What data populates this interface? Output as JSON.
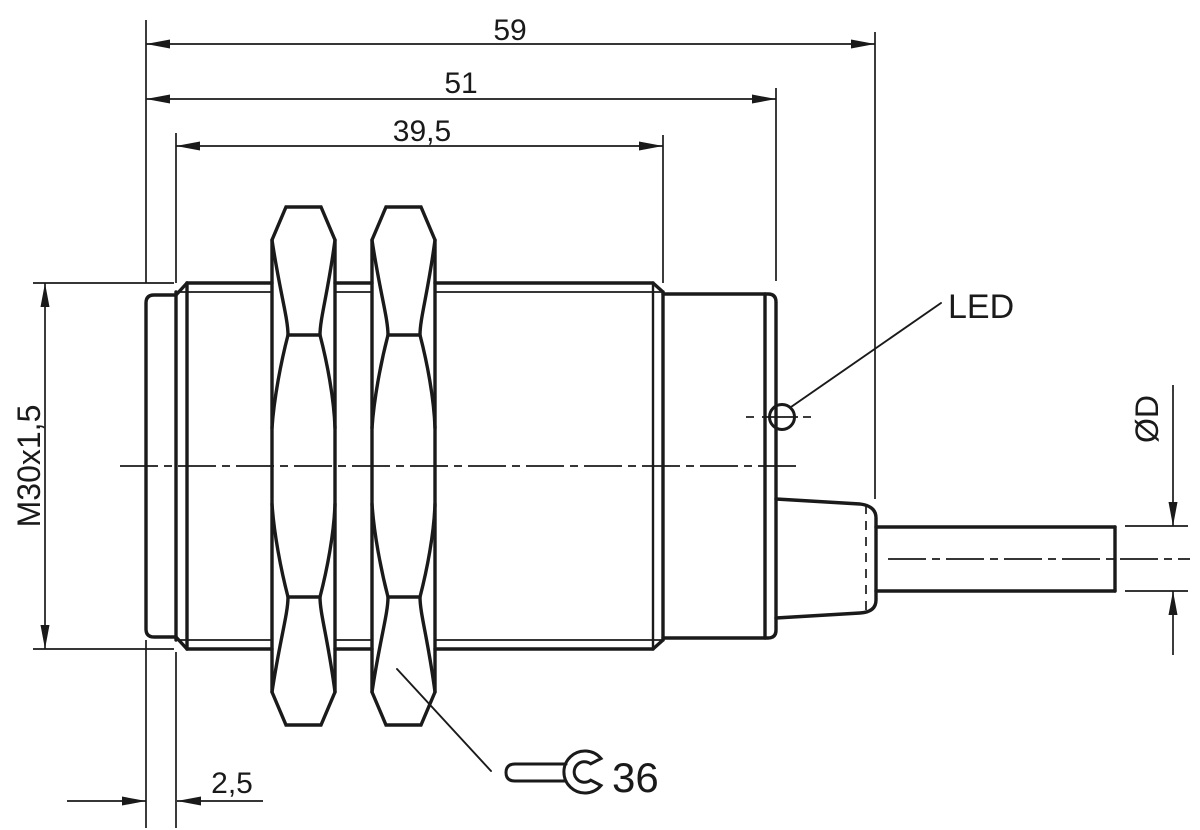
{
  "drawing": {
    "background": "#ffffff",
    "line_color": "#1a1a1a",
    "dimensions": {
      "overall_length": "59",
      "housing_length": "51",
      "thread_length": "39,5",
      "thread_spec": "M30x1,5",
      "face_protrusion": "2,5",
      "wrench_size": "36",
      "cable_diameter": "ØD"
    },
    "labels": {
      "led": "LED"
    },
    "icons": {
      "wrench_icon": "open-end-wrench"
    }
  }
}
